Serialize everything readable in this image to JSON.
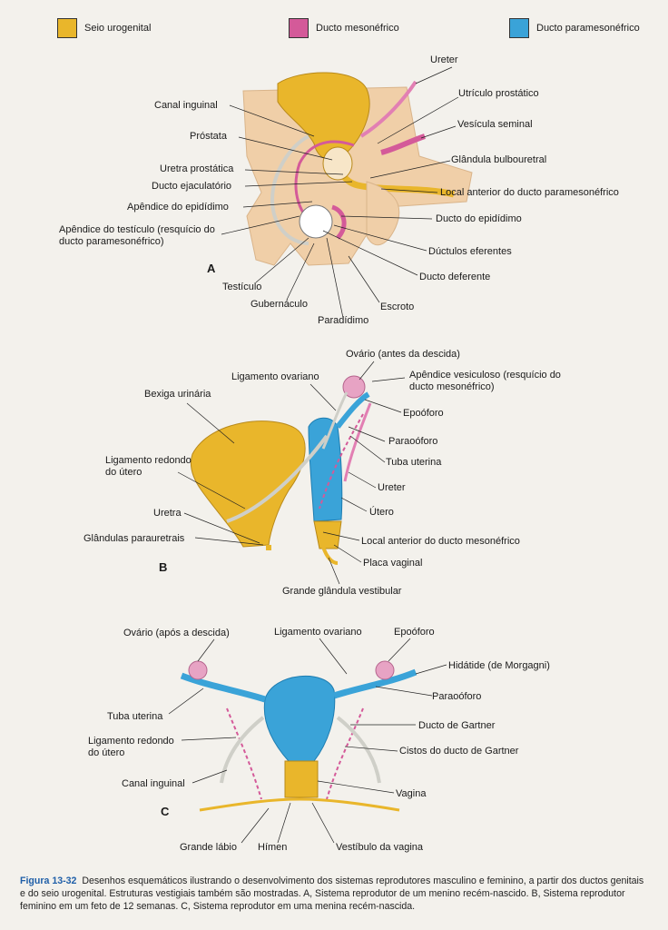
{
  "legend": [
    {
      "label": "Seio urogenital",
      "color": "#e9b62b"
    },
    {
      "label": "Ducto mesonéfrico",
      "color": "#d45a99"
    },
    {
      "label": "Ducto paramesonéfrico",
      "color": "#3aa3d8"
    }
  ],
  "colors": {
    "tissue": "#f0cfa8",
    "gray_structure": "#cfcfc8",
    "leader": "#222222"
  },
  "panel_a": {
    "letter": "A",
    "labels": {
      "ureter": "Ureter",
      "utriculo": "Utrículo prostático",
      "canal_inguinal": "Canal inguinal",
      "vesicula": "Vesícula seminal",
      "prostata": "Próstata",
      "bulbouretral": "Glândula bulbouretral",
      "uretra_prostatica": "Uretra prostática",
      "ducto_ejaculatorio": "Ducto ejaculatório",
      "local_anterior": "Local anterior do ducto paramesonéfrico",
      "apendice_epididimo": "Apêndice do epidídimo",
      "ducto_epididimo": "Ducto do epidídimo",
      "apendice_testiculo": "Apêndice do testículo (resquício do ducto paramesonéfrico)",
      "ductulos": "Dúctulos eferentes",
      "ducto_deferente": "Ducto deferente",
      "testiculo": "Testículo",
      "gubernaculo": "Gubernáculo",
      "escroto": "Escroto",
      "paradidimo": "Paradídimo"
    }
  },
  "panel_b": {
    "letter": "B",
    "labels": {
      "ovario": "Ovário (antes da descida)",
      "lig_ovariano": "Ligamento ovariano",
      "apendice_vesiculoso": "Apêndice vesiculoso (resquício do ducto mesonéfrico)",
      "bexiga": "Bexiga urinária",
      "epooforo": "Epoóforo",
      "paraooforo": "Paraoóforo",
      "lig_redondo": "Ligamento redondo do útero",
      "tuba": "Tuba uterina",
      "ureter": "Ureter",
      "uretra": "Uretra",
      "utero": "Útero",
      "glandulas": "Glândulas parauretrais",
      "local_anterior": "Local anterior do ducto mesonéfrico",
      "placa": "Placa vaginal",
      "grande_glandula": "Grande glândula vestibular"
    }
  },
  "panel_c": {
    "letter": "C",
    "labels": {
      "ovario": "Ovário (após a descida)",
      "lig_ovariano": "Ligamento ovariano",
      "epooforo": "Epoóforo",
      "hidatide": "Hidátide (de Morgagni)",
      "paraooforo": "Paraoóforo",
      "tuba": "Tuba uterina",
      "gartner": "Ducto de Gartner",
      "lig_redondo": "Ligamento redondo do útero",
      "cistos": "Cistos do ducto de Gartner",
      "canal_inguinal": "Canal inguinal",
      "vagina": "Vagina",
      "grande_labio": "Grande lábio",
      "himen": "Hímen",
      "vestibulo": "Vestíbulo da vagina"
    }
  },
  "caption": {
    "figure": "Figura 13-32",
    "text": "Desenhos esquemáticos ilustrando o desenvolvimento dos sistemas reprodutores masculino e feminino, a partir dos ductos genitais e do seio urogenital. Estruturas vestigiais também são mostradas. A, Sistema reprodutor de um menino recém-nascido. B, Sistema reprodutor feminino em um feto de 12 semanas. C, Sistema reprodutor em uma menina recém-nascida."
  }
}
